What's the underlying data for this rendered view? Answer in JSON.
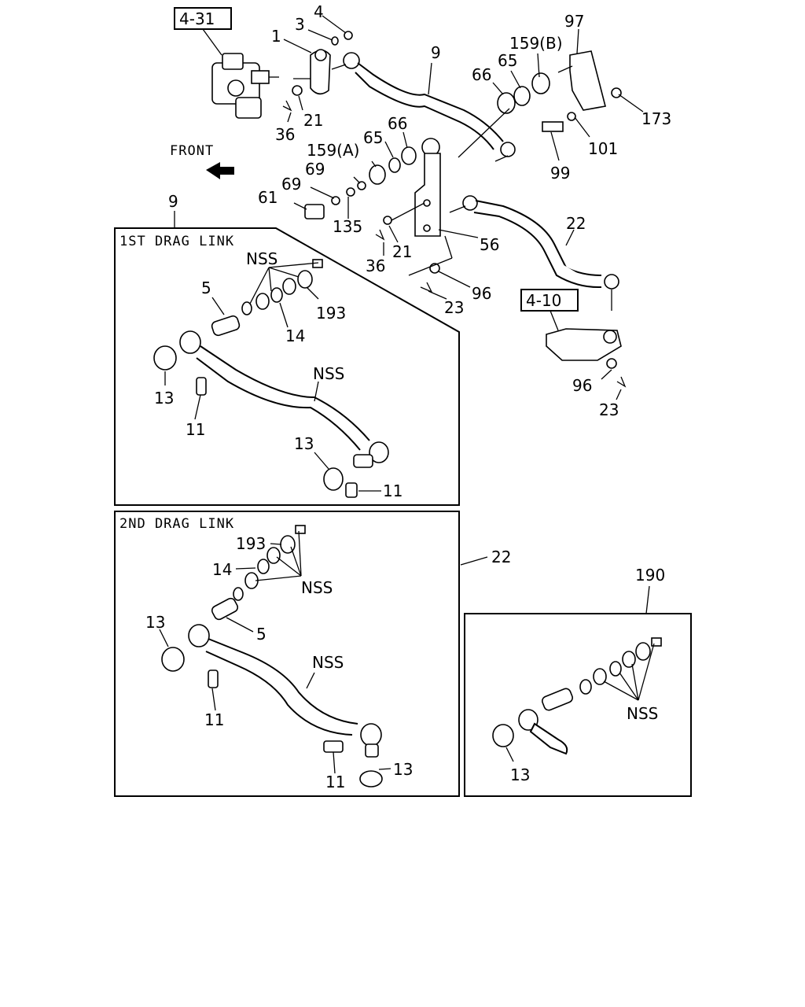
{
  "labels": {
    "ref_4_31": "4-31",
    "ref_4_10": "4-10",
    "front": "FRONT",
    "drag_link_1": "1ST DRAG LINK",
    "drag_link_2": "2ND DRAG LINK",
    "p1": "1",
    "p3": "3",
    "p4": "4",
    "p9a": "9",
    "p9b": "9",
    "p97": "97",
    "p159b": "159(B)",
    "p65a": "65",
    "p66a": "66",
    "p173": "173",
    "p101": "101",
    "p99": "99",
    "p36a": "36",
    "p21a": "21",
    "p159a": "159(A)",
    "p65b": "65",
    "p66b": "66",
    "p69a": "69",
    "p69b": "69",
    "p61": "61",
    "p135": "135",
    "p36b": "36",
    "p21b": "21",
    "p56": "56",
    "p22a": "22",
    "p96a": "96",
    "p23a": "23",
    "p96b": "96",
    "p23b": "23",
    "b1_nss1": "NSS",
    "b1_5": "5",
    "b1_193": "193",
    "b1_14": "14",
    "b1_nss2": "NSS",
    "b1_13a": "13",
    "b1_11a": "11",
    "b1_13b": "13",
    "b1_11b": "11",
    "p22b": "22",
    "b2_193": "193",
    "b2_14": "14",
    "b2_nss1": "NSS",
    "b2_13a": "13",
    "b2_5": "5",
    "b2_nss2": "NSS",
    "b2_11a": "11",
    "b2_11b": "11",
    "b2_13b": "13",
    "p190": "190",
    "b3_nss": "NSS",
    "b3_13": "13"
  }
}
